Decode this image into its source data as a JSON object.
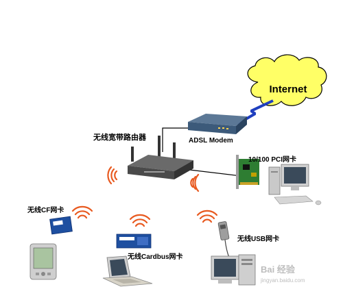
{
  "labels": {
    "internet": "Internet",
    "router": "无线宽带路由器",
    "adsl_modem": "ADSL Modem",
    "pci_card": "10/100 PCI网卡",
    "cf_card": "无线CF网卡",
    "cardbus_card": "无线Cardbus网卡",
    "usb_card": "无线USB网卡"
  },
  "watermark": {
    "text": "Bai 经验",
    "url": "jingyan.baidu.com"
  },
  "colors": {
    "cloud_fill": "#ffff66",
    "cloud_stroke": "#000000",
    "cable": "#000000",
    "wifi_wave": "#e85a20",
    "modem_body": "#3c5a7a",
    "router_body": "#4a4a4a",
    "pci_board": "#2e7d32",
    "device_beige": "#d8d4c8"
  }
}
